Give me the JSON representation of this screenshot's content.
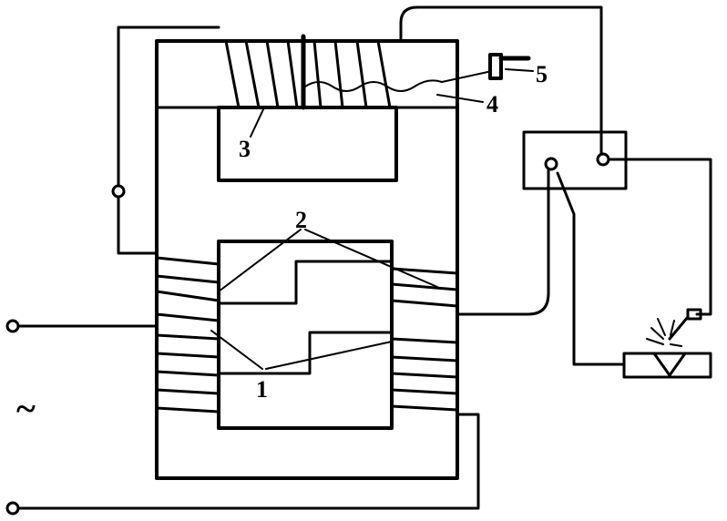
{
  "labels": {
    "primary_winding": "1",
    "secondary_winding": "2",
    "reactor_coil": "3",
    "movable_core": "4",
    "adjust_handle": "5",
    "ac_symbol": "~"
  },
  "colors": {
    "line": "#000000",
    "background": "#ffffff"
  }
}
